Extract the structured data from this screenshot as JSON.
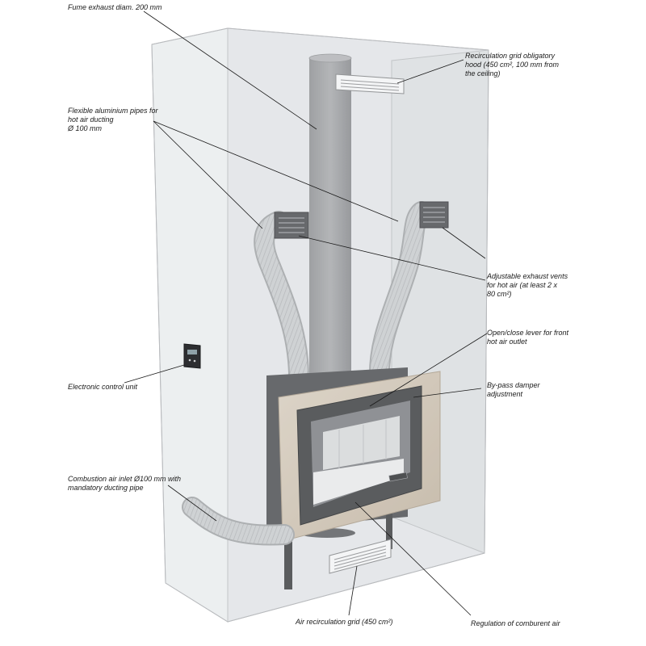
{
  "labels": {
    "fume_exhaust": [
      "Fume exhaust diam. 200 mm"
    ],
    "recirculation_grid_hood": [
      "Recirculation grid obligatory",
      "hood (450 cm², 100 mm from",
      "the ceiling)"
    ],
    "flexible_pipes": [
      "Flexible aluminium pipes for",
      "hot air ducting",
      "Ø 100 mm"
    ],
    "adjustable_vents": [
      "Adjustable exhaust vents",
      "for hot air (at least 2 x",
      "80 cm²)"
    ],
    "open_close_lever": [
      "Open/close lever for front",
      "hot air outlet"
    ],
    "bypass_damper": [
      "By-pass damper",
      "adjustment"
    ],
    "control_unit": [
      "Electronic control unit"
    ],
    "combustion_inlet": [
      "Combustion air inlet Ø100 mm with",
      "mandatory ducting pipe"
    ],
    "air_recirculation_grid": [
      "Air recirculation grid (450 cm²)"
    ],
    "comburent_air": [
      "Regulation of comburent air"
    ]
  },
  "colors": {
    "hood_fill": "#e9eaec",
    "flue": "#9a9b9e",
    "frame": "#cdbfad",
    "pipe": "#c4c6c9",
    "firebox_dark": "#3e3f42"
  }
}
